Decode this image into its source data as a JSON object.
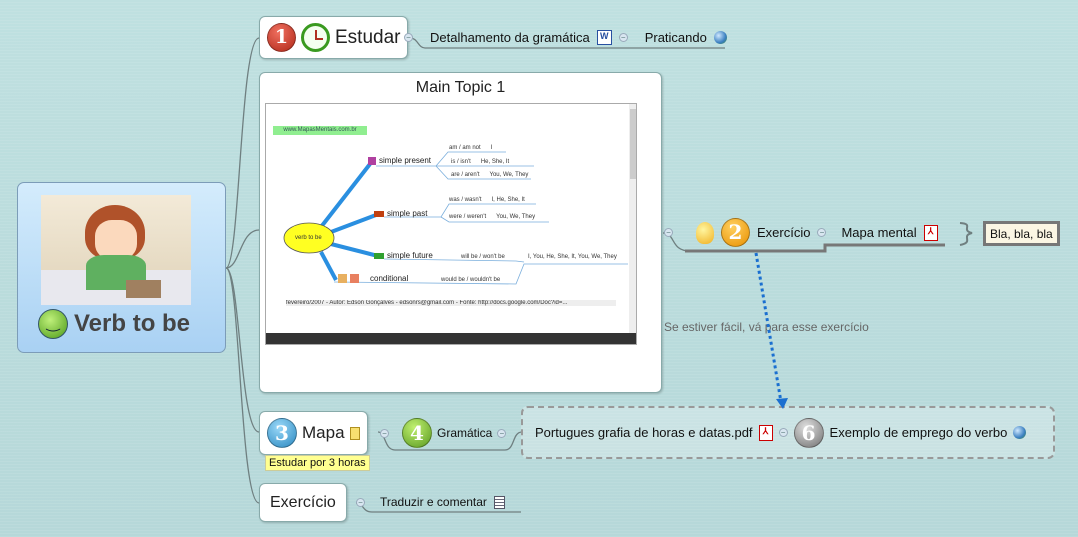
{
  "central": {
    "label": "Verb to be",
    "icon": "smiley-icon"
  },
  "branches": {
    "estudar": {
      "label": "Estudar",
      "number": "1",
      "icon": "clock-icon",
      "children": [
        {
          "label": "Detalhamento da gramática",
          "icon": "word-document-icon"
        },
        {
          "label": "Praticando",
          "icon": "globe-icon"
        }
      ]
    },
    "main_topic": {
      "label": "Main Topic 1",
      "image": {
        "banner": "www.MapasMentais.com.br",
        "center": "verb to be",
        "topics": [
          "simple present",
          "simple past",
          "simple future",
          "conditional"
        ],
        "leaves": [
          "am / am not",
          "I",
          "is / isn't",
          "He, She, It",
          "are / aren't",
          "You, We, They",
          "was / wasn't",
          "I, He, She, It",
          "were / weren't",
          "You, We, They",
          "will be / won't be",
          "would be / wouldn't be",
          "I, You, He, She, It, You, We, They"
        ],
        "footer": "fevereiro/2007 - Autor: Edson Gonçalves - edsonrs@gmail.com - Fonte: http://docs.google.com/Doc?id=..."
      },
      "children": [
        {
          "label": "Exercício",
          "number": "2",
          "icon": "lightbulb-icon",
          "children": [
            {
              "label": "Mapa mental",
              "icon": "pdf-icon",
              "callout": "Bla, bla, bla"
            }
          ]
        }
      ]
    },
    "mapa": {
      "label": "Mapa",
      "number": "3",
      "icon": "note-icon",
      "label_tag": "Estudar por 3 horas",
      "children": [
        {
          "label": "Gramática",
          "number": "4",
          "children": [
            {
              "label": "Portugues grafia de horas e datas.pdf",
              "icon": "pdf-icon"
            },
            {
              "label": "Exemplo de emprego do verbo",
              "number": "6",
              "icon": "globe-icon"
            }
          ]
        }
      ]
    },
    "exercicio": {
      "label": "Exercício",
      "children": [
        {
          "label": "Traduzir e comentar",
          "icon": "spreadsheet-icon"
        }
      ]
    }
  },
  "relationship": {
    "label": "Se estiver fácil, vá para esse exercício",
    "color": "#1a6fd0"
  },
  "colors": {
    "background": "#bcdcdc",
    "number1": "#c0362c",
    "number2": "#f0a010",
    "number3": "#3aa0d0",
    "number4": "#7ab030",
    "number6": "#808080"
  }
}
